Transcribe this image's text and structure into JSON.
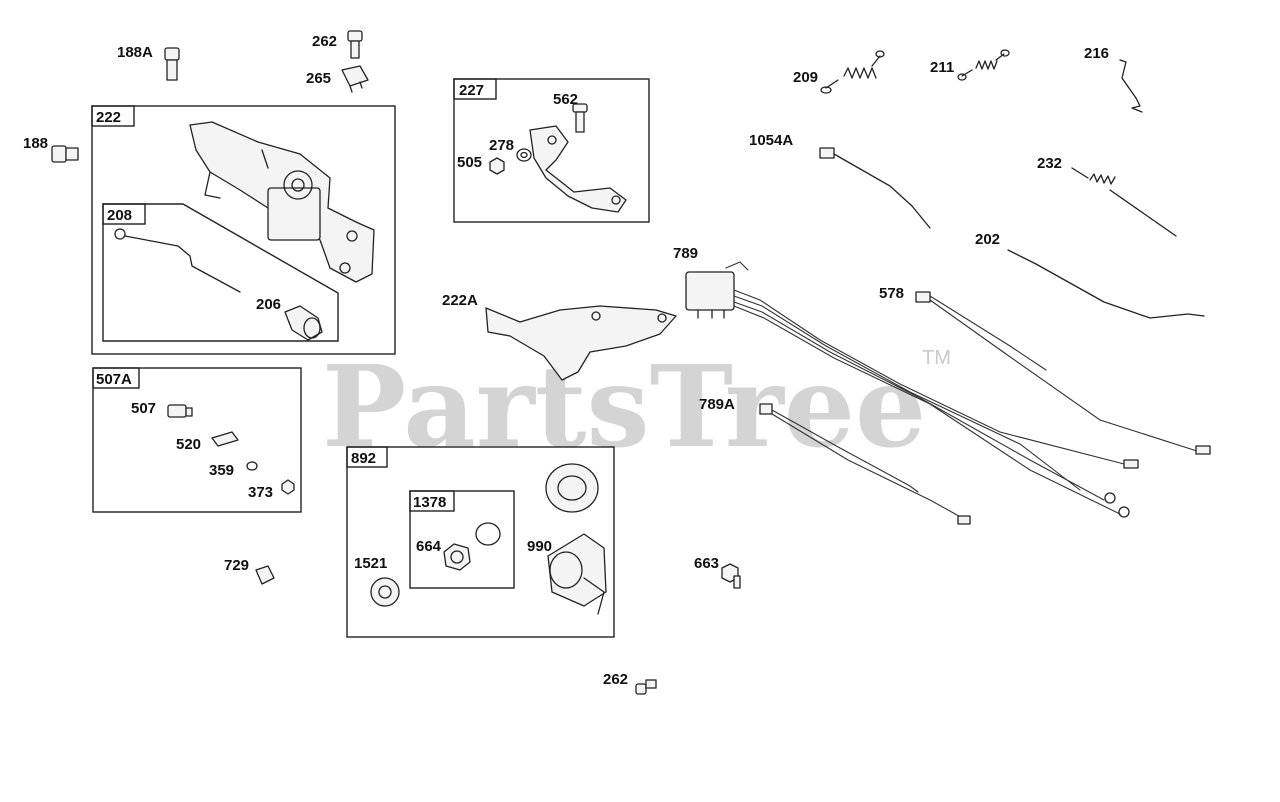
{
  "watermark": {
    "logo_text": "PartsTree",
    "trademark": "TM"
  },
  "groups": [
    {
      "id": "222",
      "label": "222"
    },
    {
      "id": "208",
      "label": "208"
    },
    {
      "id": "227",
      "label": "227"
    },
    {
      "id": "507A",
      "label": "507A"
    },
    {
      "id": "892",
      "label": "892"
    },
    {
      "id": "1378",
      "label": "1378"
    }
  ],
  "parts": [
    {
      "id": "188A",
      "label": "188A"
    },
    {
      "id": "262_top",
      "label": "262"
    },
    {
      "id": "265",
      "label": "265"
    },
    {
      "id": "188",
      "label": "188"
    },
    {
      "id": "206",
      "label": "206"
    },
    {
      "id": "562",
      "label": "562"
    },
    {
      "id": "278",
      "label": "278"
    },
    {
      "id": "505",
      "label": "505"
    },
    {
      "id": "209",
      "label": "209"
    },
    {
      "id": "211",
      "label": "211"
    },
    {
      "id": "216",
      "label": "216"
    },
    {
      "id": "1054A",
      "label": "1054A"
    },
    {
      "id": "232",
      "label": "232"
    },
    {
      "id": "202",
      "label": "202"
    },
    {
      "id": "789",
      "label": "789"
    },
    {
      "id": "578",
      "label": "578"
    },
    {
      "id": "222A",
      "label": "222A"
    },
    {
      "id": "789A",
      "label": "789A"
    },
    {
      "id": "507",
      "label": "507"
    },
    {
      "id": "520",
      "label": "520"
    },
    {
      "id": "359",
      "label": "359"
    },
    {
      "id": "373",
      "label": "373"
    },
    {
      "id": "664",
      "label": "664"
    },
    {
      "id": "990",
      "label": "990"
    },
    {
      "id": "1521",
      "label": "1521"
    },
    {
      "id": "729",
      "label": "729"
    },
    {
      "id": "663",
      "label": "663"
    },
    {
      "id": "262_bottom",
      "label": "262"
    }
  ]
}
